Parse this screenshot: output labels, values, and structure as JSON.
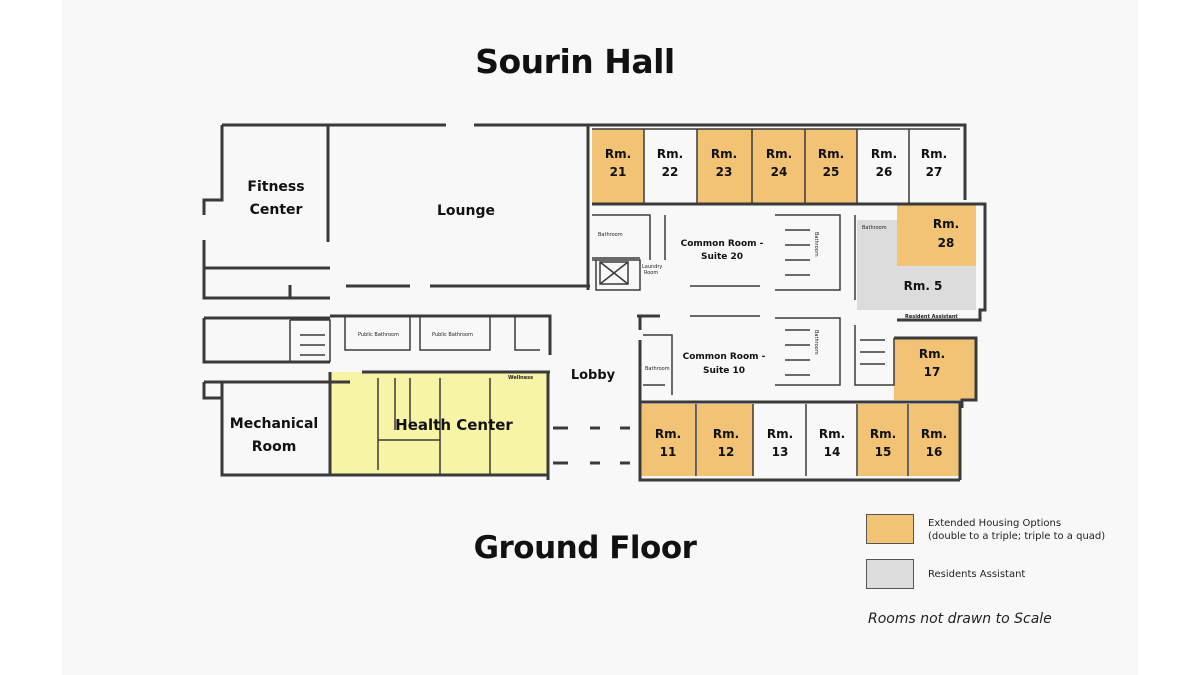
{
  "title": "Sourin Hall",
  "subtitle": "Ground Floor",
  "colors": {
    "extended_housing": "#f2c275",
    "resident_assistant": "#dcdcdc",
    "health_center": "#f8f4a6",
    "room_default": "#ffffff"
  },
  "rooms": {
    "fitness_center": [
      "Fitness",
      "Center"
    ],
    "lounge": "Lounge",
    "mechanical_room": [
      "Mechanical",
      "Room"
    ],
    "health_center": "Health Center",
    "lobby": "Lobby",
    "common_room_20": [
      "Common Room -",
      "Suite 20"
    ],
    "common_room_10": [
      "Common Room -",
      "Suite 10"
    ],
    "public_bathroom": "Public Bathroom",
    "bathroom": "Bathroom",
    "laundry_room": [
      "Laundry",
      "Room"
    ],
    "wellness": "Wellness",
    "resident_assistant": "Resident Assistant",
    "rm": "Rm.",
    "room_numbers": {
      "r21": "21",
      "r22": "22",
      "r23": "23",
      "r24": "24",
      "r25": "25",
      "r26": "26",
      "r27": "27",
      "r28": "28",
      "r5": "Rm. 5",
      "r17": "17",
      "r11": "11",
      "r12": "12",
      "r13": "13",
      "r14": "14",
      "r15": "15",
      "r16": "16"
    }
  },
  "legend": {
    "extended_line1": "Extended Housing Options",
    "extended_line2": "(double to a triple; triple to a quad)",
    "ra": "Residents Assistant"
  },
  "note": "Rooms not drawn to Scale"
}
